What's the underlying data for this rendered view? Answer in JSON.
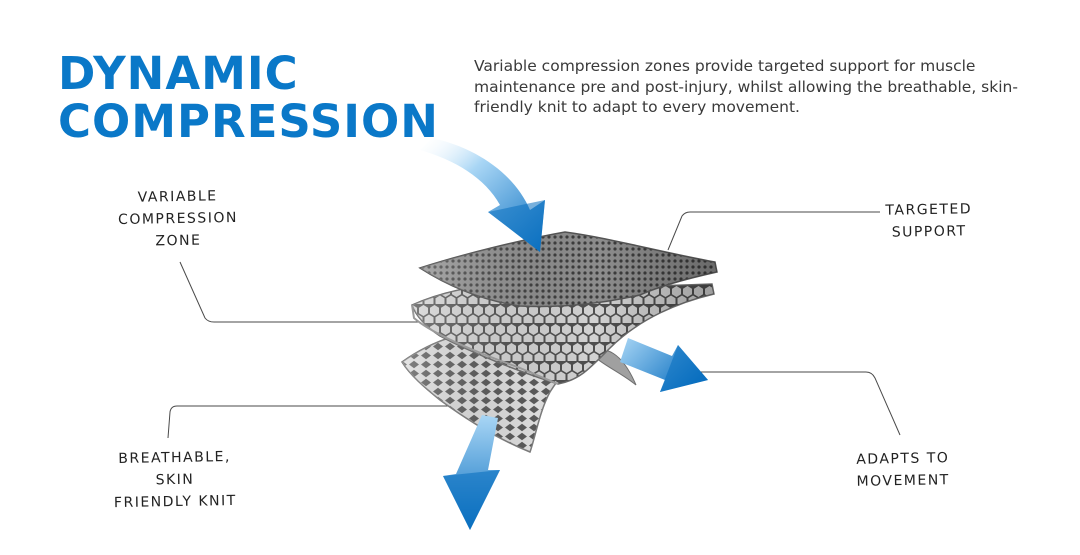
{
  "title": {
    "line1": "DYNAMIC",
    "line2": "COMPRESSION"
  },
  "description": "Variable compression zones provide targeted support for muscle maintenance pre and post-injury, whilst allowing the breathable, skin-friendly knit to adapt to every movement.",
  "callouts": {
    "variable_zone": {
      "line1": "VARIABLE",
      "line2": "COMPRESSION",
      "line3": "ZONE"
    },
    "targeted_support": {
      "line1": "TARGETED",
      "line2": "SUPPORT"
    },
    "breathable": {
      "line1": "BREATHABLE, SKIN",
      "line2": "FRIENDLY KNIT"
    },
    "adapts": {
      "line1": "ADAPTS TO",
      "line2": "MOVEMENT"
    }
  },
  "colors": {
    "title": "#0a78c8",
    "arrow_light": "#a9d6f5",
    "arrow_dark": "#0a6fc0",
    "mesh_light": "#c9c9c9",
    "mesh_dark": "#5c5c5c"
  },
  "icons": {
    "arrow_in": "curved-arrow-down-icon",
    "arrow_out_right": "arrow-right-down-icon",
    "arrow_out_down": "arrow-down-icon"
  }
}
